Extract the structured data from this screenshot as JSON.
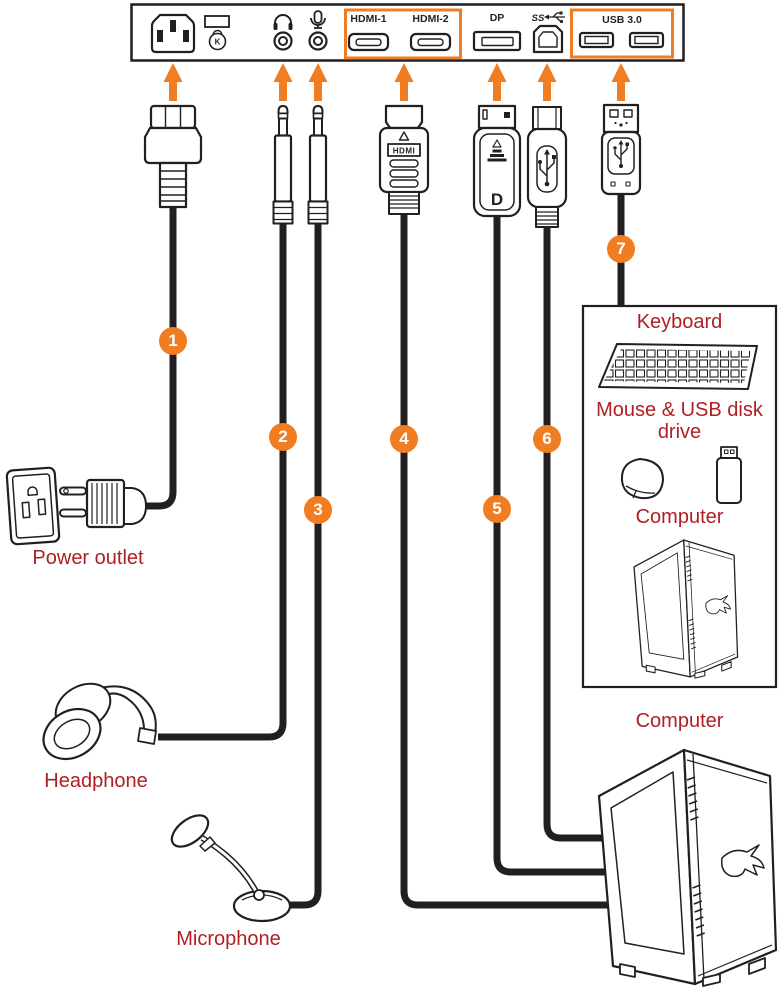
{
  "colors": {
    "accent_orange": "#F07D22",
    "label_red": "#B01F24",
    "ink_black": "#231F20"
  },
  "panel": {
    "labels": {
      "hdmi1": "HDMI-1",
      "hdmi2": "HDMI-2",
      "dp": "DP",
      "usb30": "USB 3.0",
      "ss": "SS"
    },
    "ports": [
      "power-inlet",
      "kensington-lock",
      "headphone-jack",
      "microphone-jack",
      "hdmi-1",
      "hdmi-2",
      "displayport",
      "usb-upstream",
      "usb-3.0-a",
      "usb-3.0-b"
    ]
  },
  "connector_marks": {
    "hdmi": "HDMI",
    "dp_logo": "D",
    "kensington": "K"
  },
  "cables": [
    {
      "number": "1",
      "connects_to": "Power outlet"
    },
    {
      "number": "2",
      "connects_to": "Headphone"
    },
    {
      "number": "3",
      "connects_to": "Microphone"
    },
    {
      "number": "4",
      "connects_to": "Computer"
    },
    {
      "number": "5",
      "connects_to": "Computer"
    },
    {
      "number": "6",
      "connects_to": "Computer"
    },
    {
      "number": "7",
      "connects_to": "Keyboard / Mouse & USB disk drive / Computer"
    }
  ],
  "labels": {
    "power_outlet": "Power outlet",
    "headphone": "Headphone",
    "microphone": "Microphone",
    "keyboard": "Keyboard",
    "mouse_usb_disk": "Mouse & USB disk drive",
    "computer_box": "Computer",
    "computer_main": "Computer"
  }
}
